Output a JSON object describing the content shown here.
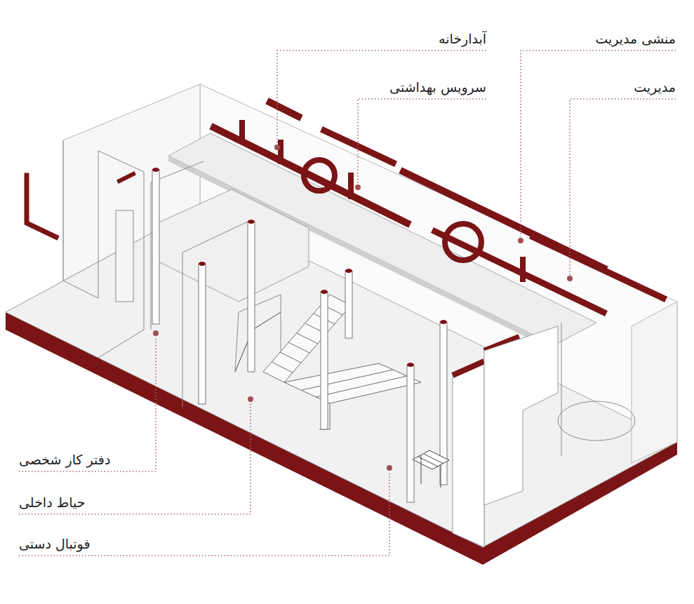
{
  "diagram": {
    "labels": [
      "آبدارخانه",
      "منشی مدیریت",
      "سرویس بهداشتی",
      "مدیریت",
      "دفتر کار شخصی",
      "حیاط داخلی",
      "فوتبال دستی"
    ]
  }
}
